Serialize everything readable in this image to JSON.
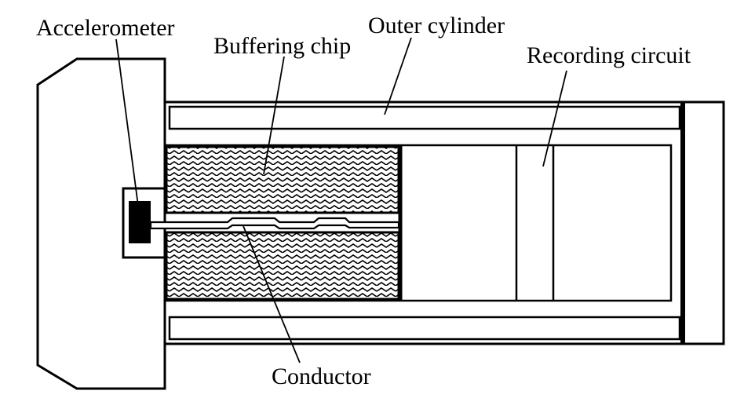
{
  "labels": {
    "accelerometer": "Accelerometer",
    "buffering_chip": "Buffering chip",
    "outer_cylinder": "Outer cylinder",
    "recording_circuit": "Recording circuit",
    "conductor": "Conductor"
  },
  "colors": {
    "stroke": "#000000",
    "background": "#ffffff"
  }
}
